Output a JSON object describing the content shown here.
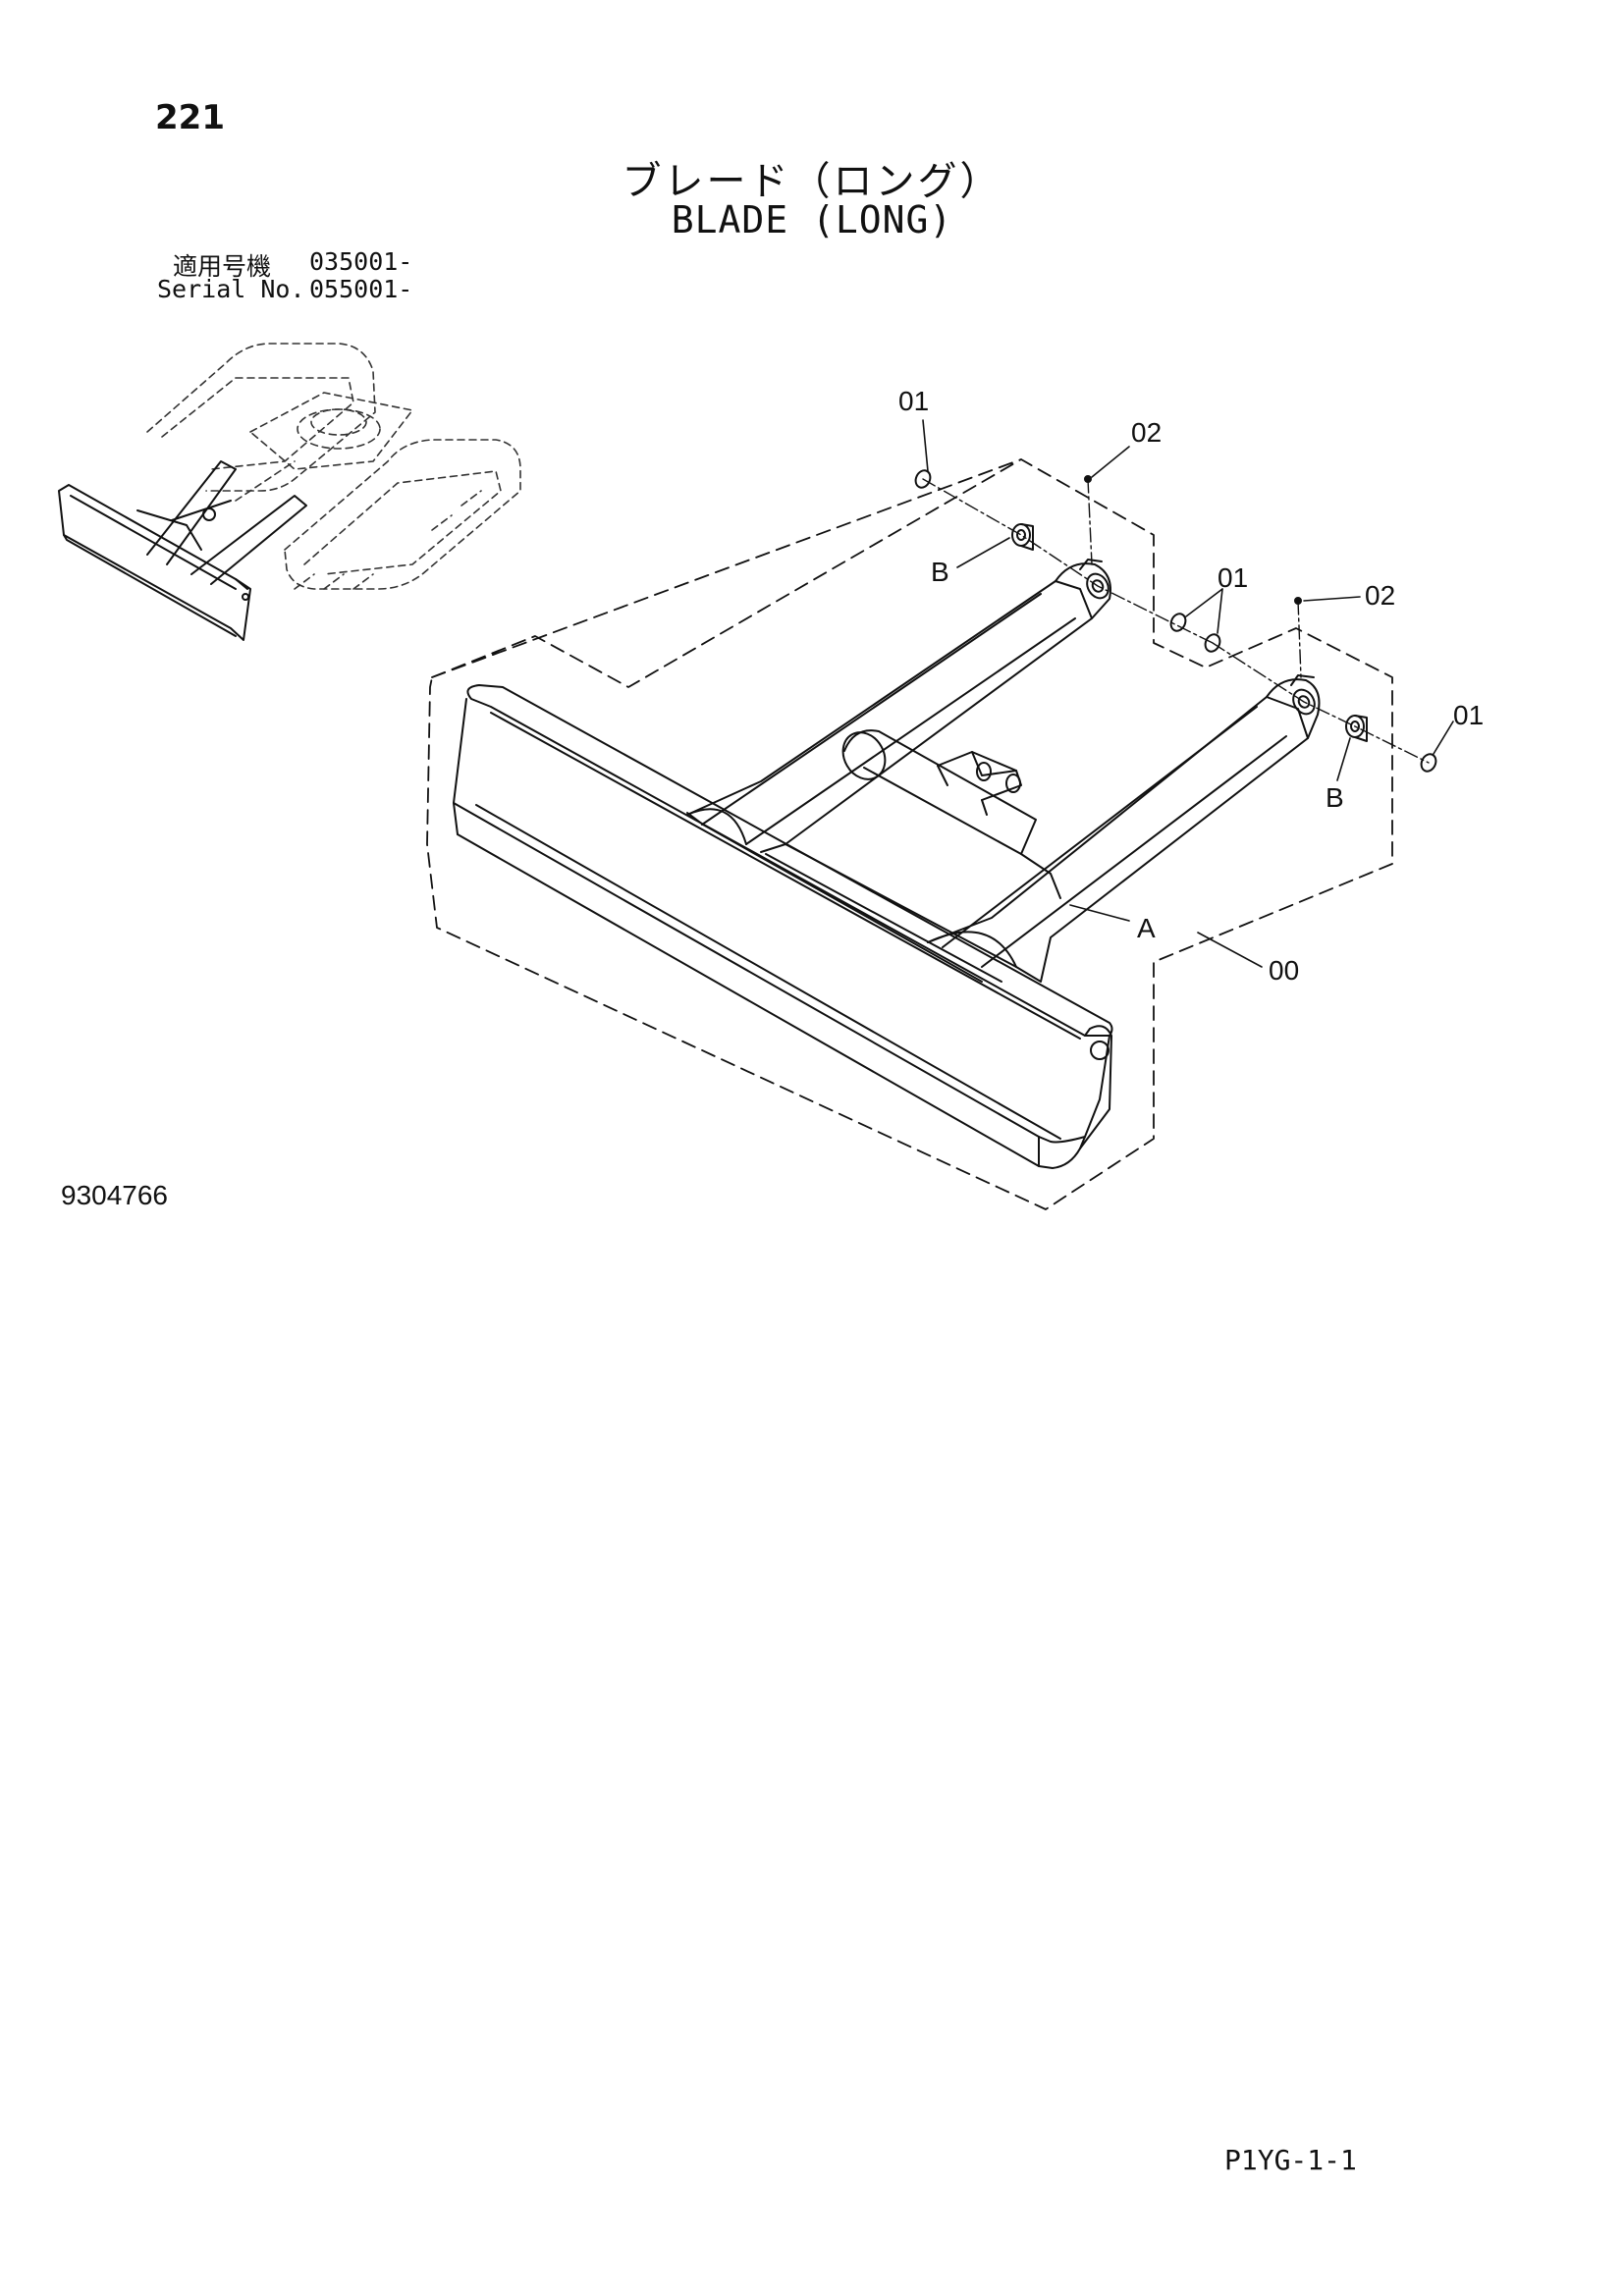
{
  "header": {
    "page_number": "221",
    "title_jp": "ブレード（ロング）",
    "title_en": "BLADE (LONG)"
  },
  "serial": {
    "jp_label": "適用号機",
    "jp_value": "035001-",
    "en_label": "Serial No.",
    "en_value": "055001-"
  },
  "callouts": {
    "c01_top": "01",
    "c02_top": "02",
    "cB_left": "B",
    "c01_mid": "01",
    "c02_right": "02",
    "c01_right": "01",
    "cB_right": "B",
    "cA": "A",
    "c00": "00"
  },
  "footer": {
    "drawing_number": "9304766",
    "sheet_code": "P1YG-1-1"
  }
}
